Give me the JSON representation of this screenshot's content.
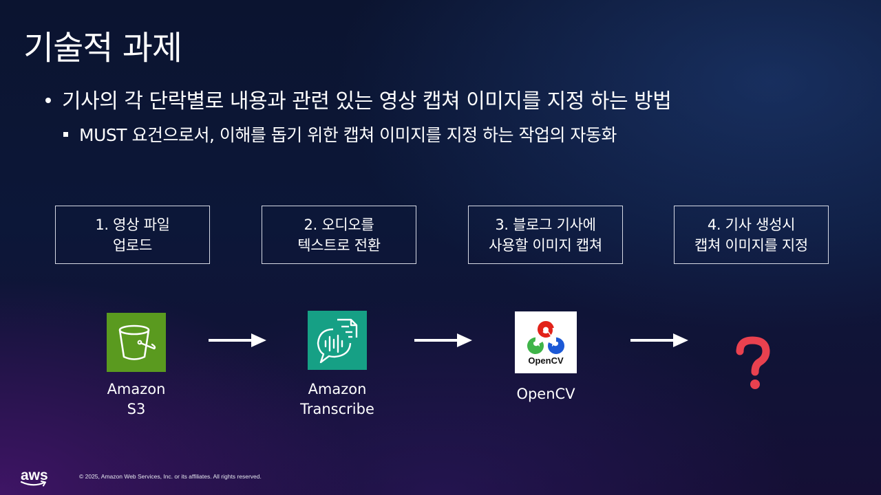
{
  "slide": {
    "title": "기술적 과제",
    "bullet": "기사의 각 단락별로 내용과 관련 있는 영상 캡쳐 이미지를 지정 하는 방법",
    "sub_bullet": "MUST 요건으로서, 이해를 돕기 위한 캡쳐 이미지를 지정 하는 작업의 자동화"
  },
  "steps": [
    {
      "label": "1. 영상 파일\n업로드"
    },
    {
      "label": "2. 오디오를\n텍스트로 전환"
    },
    {
      "label": "3. 블로그 기사에\n사용할 이미지 캡쳐"
    },
    {
      "label": "4. 기사 생성시\n캡쳐 이미지를 지정"
    }
  ],
  "services": [
    {
      "name": "Amazon\nS3",
      "icon": "s3-bucket-icon",
      "color": "#5a9a1f"
    },
    {
      "name": "Amazon\nTranscribe",
      "icon": "transcribe-icon",
      "color": "#16a085"
    },
    {
      "name": "OpenCV",
      "icon": "opencv-logo",
      "logo_text": "OpenCV"
    },
    {
      "name": "",
      "icon": "question-mark-icon",
      "color": "#f0535e"
    }
  ],
  "footer": {
    "logo": "aws",
    "copyright": "© 2025, Amazon Web Services, Inc. or its affiliates. All rights reserved."
  }
}
